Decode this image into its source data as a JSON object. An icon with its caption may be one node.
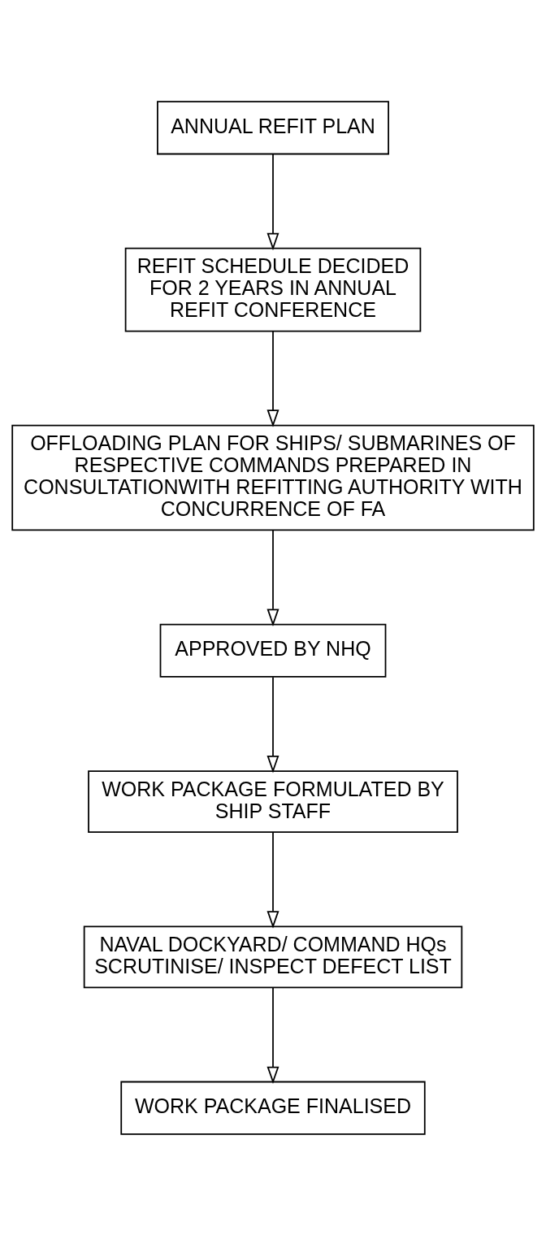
{
  "diagram": {
    "nodes": [
      {
        "text": [
          "ANNUAL REFIT PLAN"
        ]
      },
      {
        "text": [
          "REFIT SCHEDULE DECIDED FOR 2 YEARS IN ANNUAL REFIT CONFERENCE"
        ]
      },
      {
        "text": [
          "OFFLOADING PLAN FOR SHIPS/ SUBMARINES OF RESPECTIVE COMMANDS PREPARED IN CONSULTATIONWITH REFITTING AUTHORITY WITH CONCURRENCE OF FA"
        ]
      },
      {
        "text": [
          "APPROVED BY NHQ"
        ]
      },
      {
        "text": [
          "WORK PACKAGE FORMULATED BY SHIP STAFF"
        ]
      },
      {
        "text": [
          "NAVAL DOCKYARD/ COMMAND HQs SCRUTINISE/ INSPECT DEFECT LIST"
        ]
      },
      {
        "text": [
          "WORK PACKAGE FINALISED"
        ]
      }
    ],
    "edges": [
      {
        "from": 0,
        "to": 1,
        "arrow": "to"
      },
      {
        "from": 1,
        "to": 2,
        "arrow": "to"
      },
      {
        "from": 2,
        "to": 3,
        "arrow": "to"
      },
      {
        "from": 3,
        "to": 4,
        "arrow": "to"
      },
      {
        "from": 4,
        "to": 5,
        "arrow": "to"
      },
      {
        "from": 5,
        "to": 6,
        "arrow": "to"
      }
    ]
  }
}
